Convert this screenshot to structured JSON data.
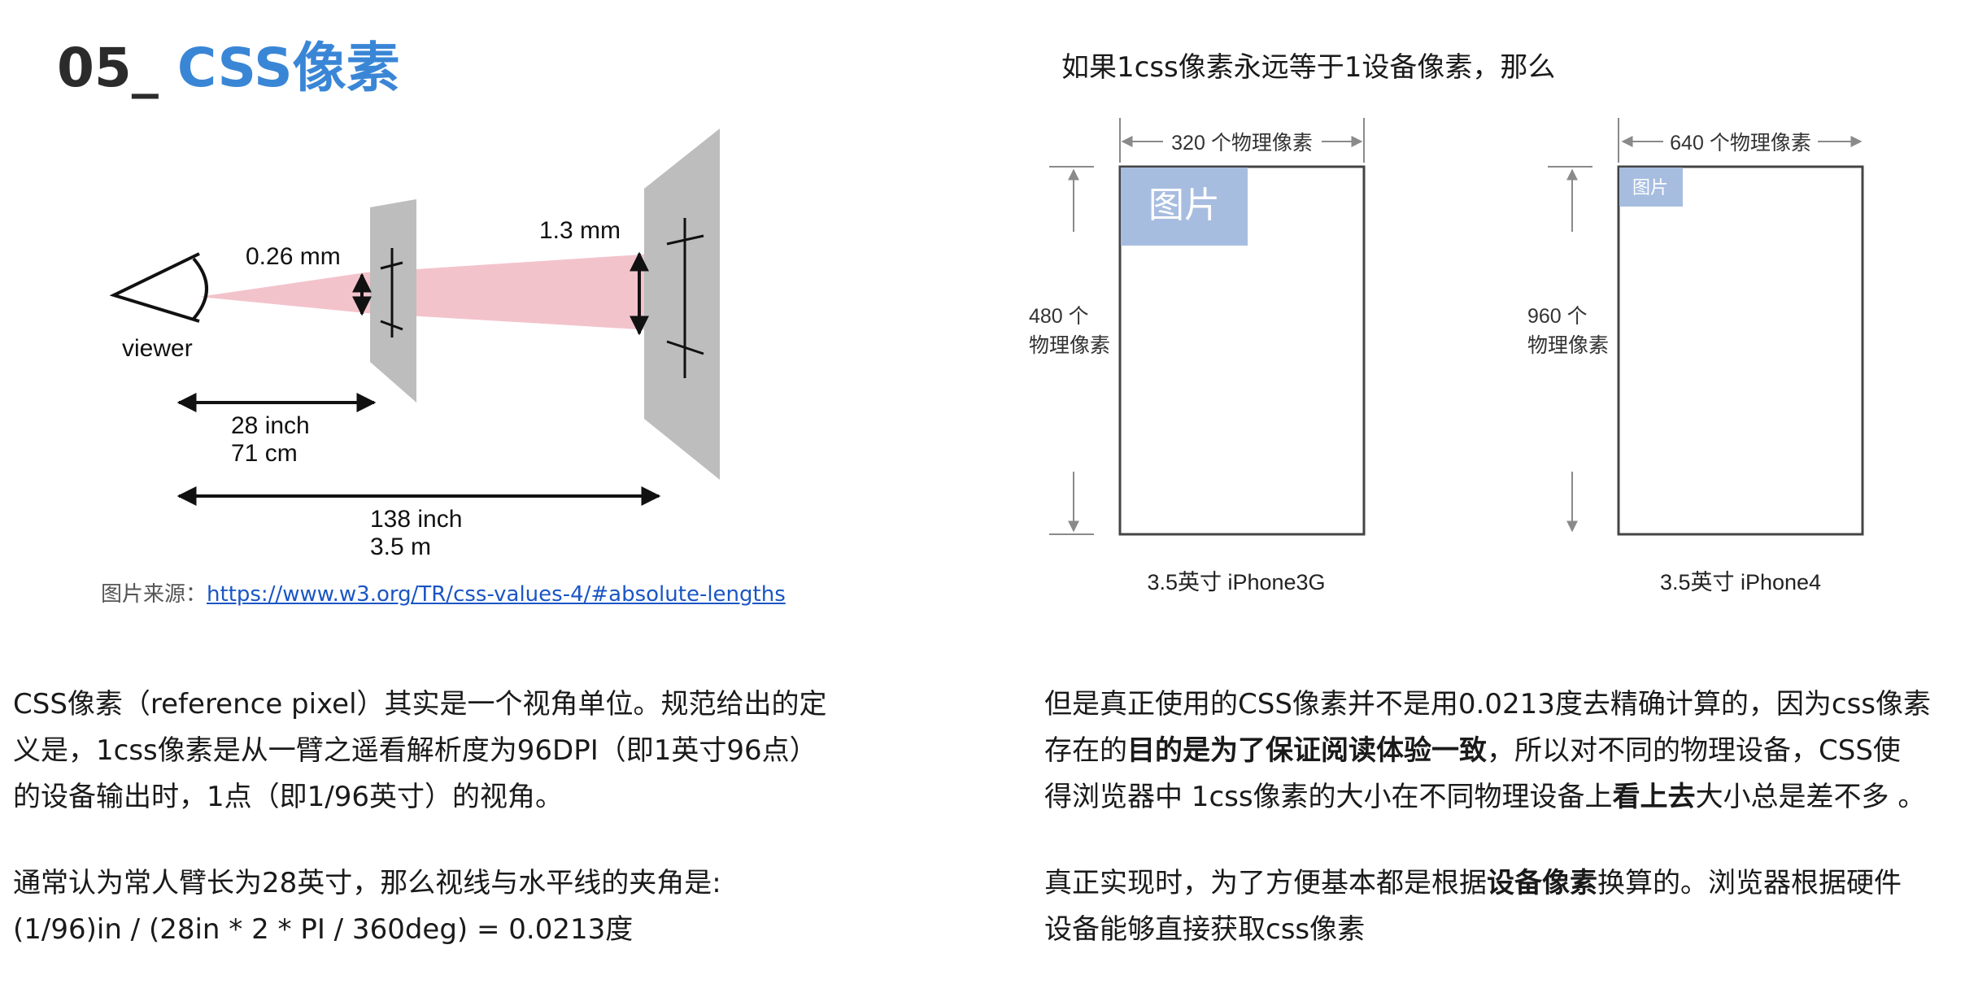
{
  "title": {
    "number": "05_",
    "name": " CSS像素"
  },
  "left": {
    "diagram": {
      "viewer": "viewer",
      "size_near": "0.26 mm",
      "size_far": "1.3 mm",
      "dist_near_1": "28 inch",
      "dist_near_2": "71 cm",
      "dist_far_1": "138 inch",
      "dist_far_2": "3.5 m"
    },
    "caption_label": "图片来源：",
    "caption_link": "https://www.w3.org/TR/css-values-4/#absolute-lengths",
    "p1": [
      "CSS像素（reference pixel）其实是一个视角单位。规范给出的定",
      "义是，1css像素是从一臂之遥看解析度为96DPI（即1英寸96点）",
      "的设备输出时，1点（即1/96英寸）的视角。"
    ],
    "p2": [
      "通常认为常人臂长为28英寸，那么视线与水平线的夹角是:",
      "(1/96)in / (28in * 2 * PI / 360deg) = 0.0213度"
    ]
  },
  "right": {
    "heading": "如果1css像素永远等于1设备像素，那么",
    "phone1": {
      "width_label": "320 个物理像素",
      "height_label_1": "480 个",
      "height_label_2": "物理像素",
      "image_label": "图片",
      "caption": "3.5英寸 iPhone3G"
    },
    "phone2": {
      "width_label": "640 个物理像素",
      "height_label_1": "960 个",
      "height_label_2": "物理像素",
      "image_label": "图片",
      "caption": "3.5英寸 iPhone4"
    },
    "p3": {
      "line1": "但是真正使用的CSS像素并不是用0.0213度去精确计算的，因为css像素",
      "line2_pre": "存在的",
      "line2_bold": "目的是为了保证阅读体验一致",
      "line2_post": "，所以对不同的物理设备，CSS使",
      "line3_pre": "得浏览器中 1css像素的大小在不同物理设备上",
      "line3_bold": "看上去",
      "line3_post": "大小总是差不多 。"
    },
    "p4": {
      "line1_pre": "真正实现时，为了方便基本都是根据",
      "line1_bold": "设备像素",
      "line1_post": "换算的。浏览器根据硬件",
      "line2": "设备能够直接获取css像素"
    }
  }
}
